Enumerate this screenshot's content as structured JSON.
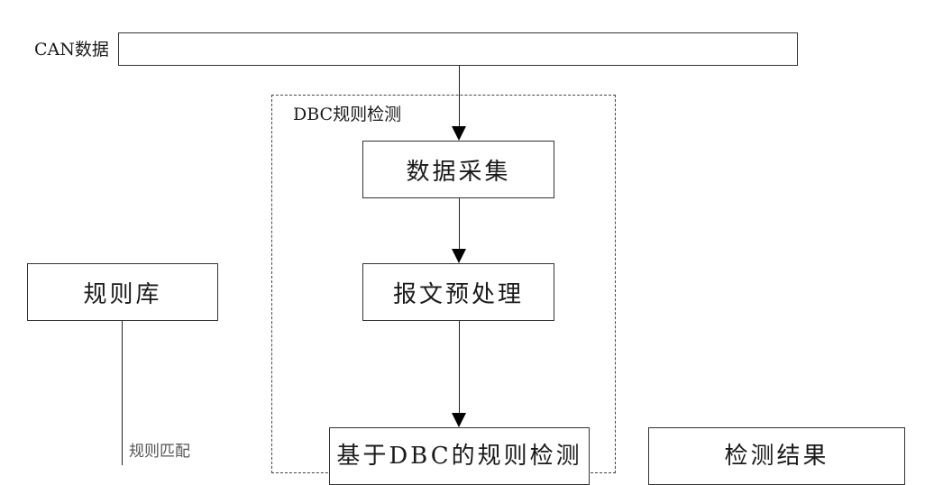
{
  "diagram": {
    "can_input": {
      "label": "CAN数据"
    },
    "group": {
      "label": "DBC规则检测"
    },
    "nodes": {
      "data_collection": "数据采集",
      "preprocess": "报文预处理",
      "rule_library": "规则库",
      "dbc_rule_check": "基于DBC的规则检测",
      "result": "检测结果"
    },
    "edge_labels": {
      "rule_feed": "规则匹配"
    }
  }
}
